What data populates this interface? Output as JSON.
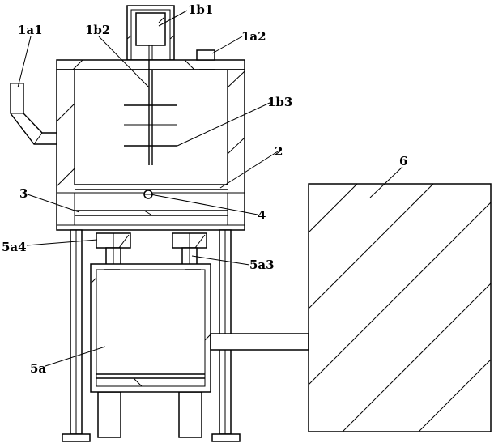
{
  "labels": {
    "l_1a1": "1a1",
    "l_1b2": "1b2",
    "l_1b1": "1b1",
    "l_1a2": "1a2",
    "l_1b3": "1b3",
    "l_2": "2",
    "l_3": "3",
    "l_4": "4",
    "l_5a4": "5a4",
    "l_5a3": "5a3",
    "l_5a": "5a",
    "l_6": "6"
  }
}
